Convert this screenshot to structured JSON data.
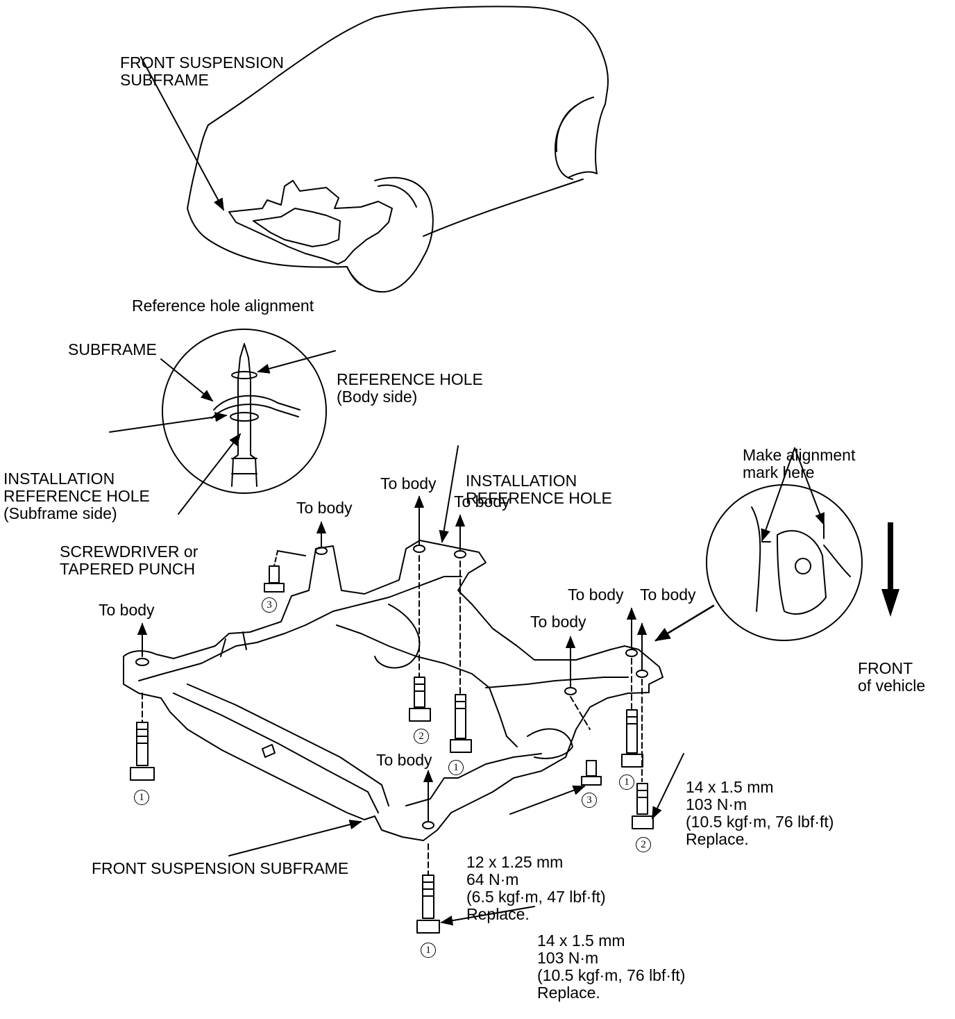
{
  "labels": {
    "car_subframe": [
      "FRONT SUSPENSION",
      "SUBFRAME"
    ],
    "ref_hole_alignment": "Reference hole alignment",
    "subframe": "SUBFRAME",
    "reference_hole": [
      "REFERENCE HOLE",
      "(Body side)"
    ],
    "installation_ref_hole_subframe": [
      "INSTALLATION",
      "REFERENCE HOLE",
      "(Subframe side)"
    ],
    "screwdriver": [
      "SCREWDRIVER or",
      "TAPERED PUNCH"
    ],
    "installation_ref_hole": [
      "INSTALLATION",
      "REFERENCE HOLE"
    ],
    "alignment_mark": [
      "Make alignment",
      "mark here"
    ],
    "front_of_vehicle": [
      "FRONT",
      "of vehicle"
    ],
    "to_body": "To body",
    "front_suspension_subframe": "FRONT SUSPENSION SUBFRAME"
  },
  "specs": {
    "bolt_14_right": [
      "14 x 1.5 mm",
      "103 N·m",
      "(10.5 kgf·m, 76 lbf·ft)",
      "Replace."
    ],
    "bolt_12": [
      "12 x 1.25 mm",
      "64 N·m",
      "(6.5 kgf·m, 47 lbf·ft)",
      "Replace."
    ],
    "bolt_14_bottom": [
      "14 x 1.5 mm",
      "103 N·m",
      "(10.5 kgf·m, 76 lbf·ft)",
      "Replace."
    ]
  },
  "bolt_numbers": {
    "one": "1",
    "two": "2",
    "three": "3"
  }
}
